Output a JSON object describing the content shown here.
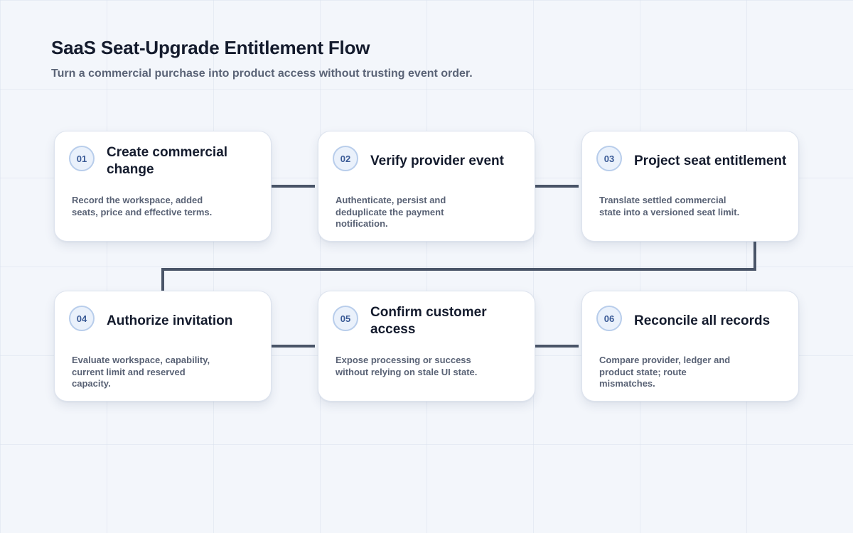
{
  "header": {
    "title": "SaaS Seat-Upgrade Entitlement Flow",
    "subtitle": "Turn a commercial purchase into product access without trusting event order."
  },
  "steps": [
    {
      "number": "01",
      "title": "Create commercial change",
      "description": "Record the workspace, added seats, price and effective terms."
    },
    {
      "number": "02",
      "title": "Verify provider event",
      "description": "Authenticate, persist and deduplicate the payment notification."
    },
    {
      "number": "03",
      "title": "Project seat entitlement",
      "description": "Translate settled commercial state into a versioned seat limit."
    },
    {
      "number": "04",
      "title": "Authorize invitation",
      "description": "Evaluate workspace, capability, current limit and reserved capacity."
    },
    {
      "number": "05",
      "title": "Confirm customer access",
      "description": "Expose processing or success without relying on stale UI state."
    },
    {
      "number": "06",
      "title": "Reconcile all records",
      "description": "Compare provider, ledger and product state; route mismatches."
    }
  ],
  "colors": {
    "connector": "#4a5568",
    "badge_fill": "#eaf1fb",
    "badge_border": "#b8cdeb",
    "badge_text": "#3a5a96"
  }
}
